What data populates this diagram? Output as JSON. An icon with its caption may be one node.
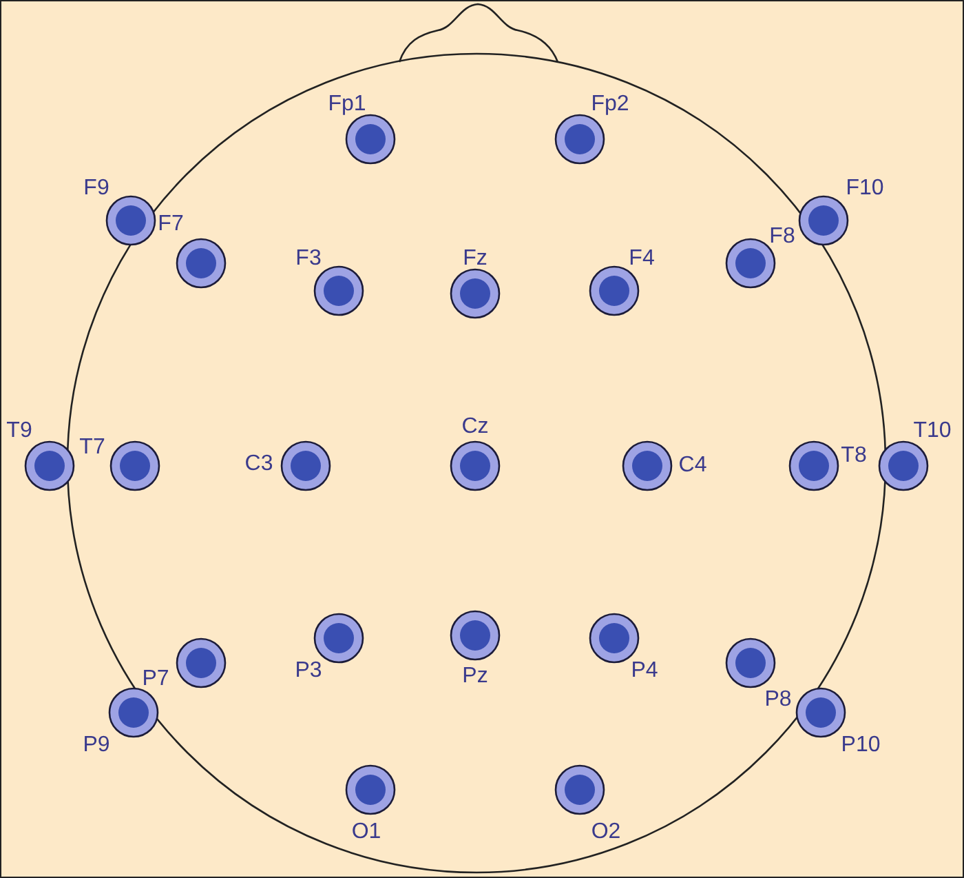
{
  "diagram": {
    "nodes": [
      {
        "text": [],
        "shape": "circle",
        "beside": [
          "Fp1"
        ]
      },
      {
        "text": [],
        "shape": "circle",
        "beside": [
          "Fp2"
        ]
      },
      {
        "text": [],
        "shape": "circle",
        "beside": [
          "F9"
        ]
      },
      {
        "text": [],
        "shape": "circle",
        "beside": [
          "F7"
        ]
      },
      {
        "text": [],
        "shape": "circle",
        "beside": [
          "F3"
        ]
      },
      {
        "text": [],
        "shape": "circle",
        "beside": [
          "Fz"
        ]
      },
      {
        "text": [],
        "shape": "circle",
        "beside": [
          "F4"
        ]
      },
      {
        "text": [],
        "shape": "circle",
        "beside": [
          "F8"
        ]
      },
      {
        "text": [],
        "shape": "circle",
        "beside": [
          "F10"
        ]
      },
      {
        "text": [],
        "shape": "circle",
        "beside": [
          "T9"
        ]
      },
      {
        "text": [],
        "shape": "circle",
        "beside": [
          "T7"
        ]
      },
      {
        "text": [],
        "shape": "circle",
        "beside": [
          "C3"
        ]
      },
      {
        "text": [],
        "shape": "circle",
        "beside": [
          "Cz"
        ]
      },
      {
        "text": [],
        "shape": "circle",
        "beside": [
          "C4"
        ]
      },
      {
        "text": [],
        "shape": "circle",
        "beside": [
          "T8"
        ]
      },
      {
        "text": [],
        "shape": "circle",
        "beside": [
          "T10"
        ]
      },
      {
        "text": [],
        "shape": "circle",
        "beside": [
          "P7"
        ]
      },
      {
        "text": [],
        "shape": "circle",
        "beside": [
          "P9"
        ]
      },
      {
        "text": [],
        "shape": "circle",
        "beside": [
          "P3"
        ]
      },
      {
        "text": [],
        "shape": "circle",
        "beside": [
          "Pz"
        ]
      },
      {
        "text": [],
        "shape": "circle",
        "beside": [
          "P4"
        ]
      },
      {
        "text": [],
        "shape": "circle",
        "beside": [
          "P8"
        ]
      },
      {
        "text": [],
        "shape": "circle",
        "beside": [
          "P10"
        ]
      },
      {
        "text": [],
        "shape": "circle",
        "beside": [
          "O1"
        ]
      },
      {
        "text": [],
        "shape": "circle",
        "beside": [
          "O2"
        ]
      }
    ]
  }
}
